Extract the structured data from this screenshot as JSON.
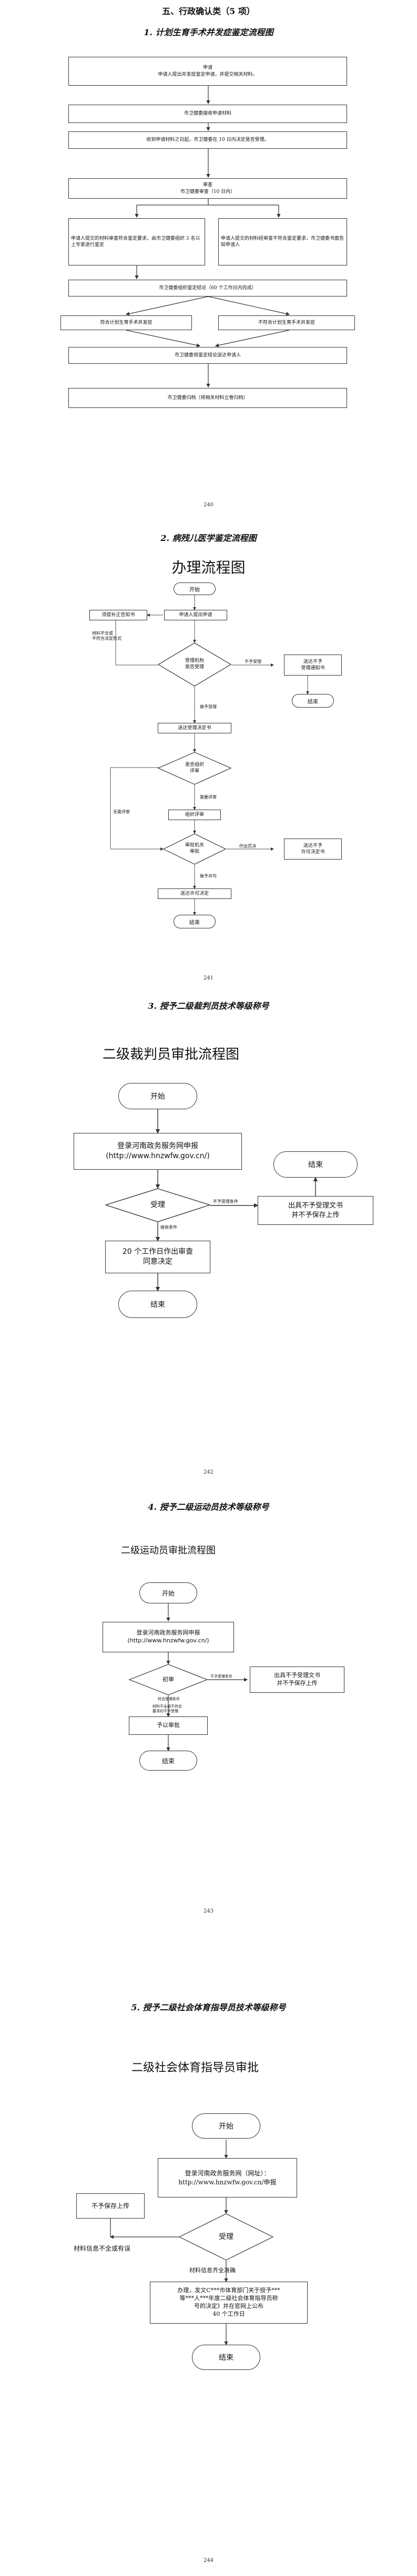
{
  "header": {
    "chapter": "五、行政确认类（5 项）"
  },
  "sec1": {
    "title": "1. 计划生育手术并发症鉴定流程图",
    "apply": "申请\n申请人提出并发症鉴定申请，并提交相关材料。",
    "accept_dept": "市卫健委接收申请材料",
    "review_note": "收到申请材料之日起，市卫健委在 10 日内决定是否受理。",
    "review": "审查\n市卫健委审查（10 日内）",
    "left_branch": "申请人提交的材料审查符合鉴定要求，由市卫健委组织 3 名以上专家进行鉴定",
    "right_branch": "申请人提交的材料经审查不符合鉴定要求，市卫健委书面告知申请人",
    "organize": "市卫健委组织鉴定结论（60 个工作日内完成）",
    "conclusion_yes": "符合计划生育手术并发症",
    "conclusion_no": "不符合计划生育手术并发症",
    "deliver": "市卫健委将鉴定结论送达申请人",
    "archive": "市卫健委归档（将相关材料立卷归档）",
    "page": "240"
  },
  "sec2": {
    "title": "2. 病残儿医学鉴定流程图",
    "chart_title": "办理流程图",
    "start": "开始",
    "apply": "申请人提出申请",
    "supplement": "须提补正告知书",
    "material_note": "材料不全或\n不符合法定形式",
    "decide": "受理机构\n是否受理",
    "not_accept_label": "不予受理",
    "reject_notice": "送达不予\n受理通知书",
    "end1": "结束",
    "accept_label": "做予受理",
    "accept_notice": "送达受理决定书",
    "org_review": "是否组织\n评审",
    "need_review_label": "需要评审",
    "no_review_label": "无需评审",
    "review": "组织评审",
    "approve": "审批机关\n审批",
    "disapprove_label": "作出否决",
    "disapprove_notice": "送达不予\n许可决定书",
    "approve_label": "做予许可",
    "permit_notice": "送达许可决定",
    "end2": "结束",
    "page": "241"
  },
  "sec3": {
    "title": "3. 授予二级裁判员技术等级称号",
    "chart_title": "二级裁判员审批流程图",
    "start": "开始",
    "login": "登录河南政务服务网申报\n(http://www.hnzwfw.gov.cn/)",
    "end_right": "结束",
    "accept": "受理",
    "not_accept_label": "不予受理条件",
    "accept_label": "接收条件",
    "reject": "出具不予受理文书\n并不予保存上传",
    "review": "20 个工作日作出审查\n同意决定",
    "end": "结束",
    "page": "242"
  },
  "sec4": {
    "title": "4. 授予二级运动员技术等级称号",
    "chart_title": "二级运动员审批流程图",
    "start": "开始",
    "login": "登录河南政务服务网申报\n(http://www.hnzwfw.gov.cn/)",
    "accept": "初审",
    "not_accept_label": "不予受理条件",
    "accept_label": "符合受理条件",
    "material_label": "材料不全或不符合\n要求的不予受理",
    "reject": "出具不予受理文书\n并不予保存上传",
    "review": "予以审批",
    "end": "结束",
    "page": "243"
  },
  "sec5": {
    "title": "5. 授予二级社会体育指导员技术等级称号",
    "chart_title": "二级社会体育指导员审批",
    "start": "开始",
    "login": "登录河南政务服务网（网址）：\nhttp://www.hnzwfw.gov.cn/申报",
    "not_save": "不予保存上传",
    "accept": "受理",
    "incomplete_label": "材料信息不全或有误",
    "complete_label": "材料信息齐全准确",
    "decision": "办理，发文C***市体育部门关于授予***\n等***人***年度二级社会体育指导员称\n号的决定》并在官网上公布\n40 个工作日",
    "end": "结束",
    "page": "244"
  }
}
